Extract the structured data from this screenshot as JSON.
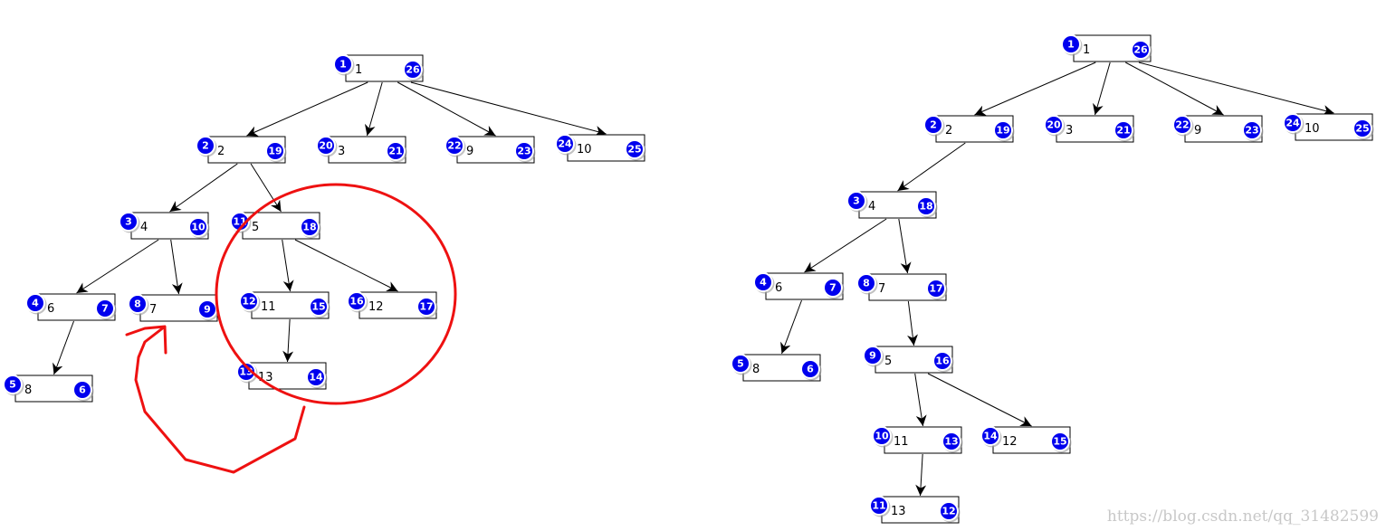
{
  "trees": [
    {
      "name": "left-tree",
      "nodes": [
        {
          "id": "1",
          "label": "1",
          "enter": "1",
          "exit": "26"
        },
        {
          "id": "2",
          "label": "2",
          "enter": "2",
          "exit": "19"
        },
        {
          "id": "3",
          "label": "3",
          "enter": "20",
          "exit": "21"
        },
        {
          "id": "9",
          "label": "9",
          "enter": "22",
          "exit": "23"
        },
        {
          "id": "10",
          "label": "10",
          "enter": "24",
          "exit": "25"
        },
        {
          "id": "4",
          "label": "4",
          "enter": "3",
          "exit": "10"
        },
        {
          "id": "5",
          "label": "5",
          "enter": "11",
          "exit": "18"
        },
        {
          "id": "6",
          "label": "6",
          "enter": "4",
          "exit": "7"
        },
        {
          "id": "7",
          "label": "7",
          "enter": "8",
          "exit": "9"
        },
        {
          "id": "11",
          "label": "11",
          "enter": "12",
          "exit": "15"
        },
        {
          "id": "12",
          "label": "12",
          "enter": "16",
          "exit": "17"
        },
        {
          "id": "8",
          "label": "8",
          "enter": "5",
          "exit": "6"
        },
        {
          "id": "13",
          "label": "13",
          "enter": "13",
          "exit": "14"
        }
      ],
      "edges": [
        [
          "1",
          "2"
        ],
        [
          "1",
          "3"
        ],
        [
          "1",
          "9"
        ],
        [
          "1",
          "10"
        ],
        [
          "2",
          "4"
        ],
        [
          "2",
          "5"
        ],
        [
          "4",
          "6"
        ],
        [
          "4",
          "7"
        ],
        [
          "6",
          "8"
        ],
        [
          "5",
          "11"
        ],
        [
          "5",
          "12"
        ],
        [
          "11",
          "13"
        ]
      ]
    },
    {
      "name": "right-tree",
      "nodes": [
        {
          "id": "1",
          "label": "1",
          "enter": "1",
          "exit": "26"
        },
        {
          "id": "2",
          "label": "2",
          "enter": "2",
          "exit": "19"
        },
        {
          "id": "3",
          "label": "3",
          "enter": "20",
          "exit": "21"
        },
        {
          "id": "9",
          "label": "9",
          "enter": "22",
          "exit": "23"
        },
        {
          "id": "10",
          "label": "10",
          "enter": "24",
          "exit": "25"
        },
        {
          "id": "4",
          "label": "4",
          "enter": "3",
          "exit": "18"
        },
        {
          "id": "6",
          "label": "6",
          "enter": "4",
          "exit": "7"
        },
        {
          "id": "7",
          "label": "7",
          "enter": "8",
          "exit": "17"
        },
        {
          "id": "8",
          "label": "8",
          "enter": "5",
          "exit": "6"
        },
        {
          "id": "5",
          "label": "5",
          "enter": "9",
          "exit": "16"
        },
        {
          "id": "11",
          "label": "11",
          "enter": "10",
          "exit": "13"
        },
        {
          "id": "12",
          "label": "12",
          "enter": "14",
          "exit": "15"
        },
        {
          "id": "13",
          "label": "13",
          "enter": "11",
          "exit": "12"
        }
      ],
      "edges": [
        [
          "1",
          "2"
        ],
        [
          "1",
          "3"
        ],
        [
          "1",
          "9"
        ],
        [
          "1",
          "10"
        ],
        [
          "2",
          "4"
        ],
        [
          "4",
          "6"
        ],
        [
          "4",
          "7"
        ],
        [
          "6",
          "8"
        ],
        [
          "7",
          "5"
        ],
        [
          "5",
          "11"
        ],
        [
          "5",
          "12"
        ],
        [
          "11",
          "13"
        ]
      ]
    }
  ],
  "colors": {
    "badge": "#0000ee",
    "annotation": "#ee1111"
  },
  "watermark": "https://blog.csdn.net/qq_31482599"
}
